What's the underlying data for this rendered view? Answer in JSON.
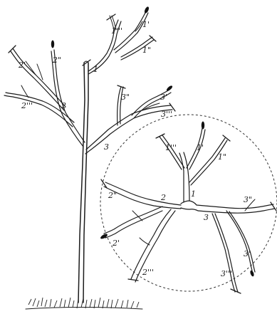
{
  "labels": {
    "tree_leader": "1",
    "tree_leader_top": "1'",
    "tree_leader_second": "1\"",
    "tree_leader_third": "1'''",
    "tree_left_branch": "2",
    "tree_left_top": "2'",
    "tree_left_second": "2\"",
    "tree_left_third": "2'''",
    "tree_right_branch": "3",
    "tree_right_top": "3'",
    "tree_right_second": "3\"",
    "tree_right_third": "3'''",
    "plan_center": "1",
    "plan_n1": "1'''",
    "plan_n2": "1'",
    "plan_n3": "1\"",
    "plan_left": "2",
    "plan_left_a": "2\"",
    "plan_left_b": "2'",
    "plan_left_c": "2'''",
    "plan_right": "3",
    "plan_right_a": "3\"",
    "plan_right_b": "3'",
    "plan_right_c": "3'''"
  },
  "colors": {
    "ink": "#1b1b1b",
    "background": "#ffffff"
  }
}
